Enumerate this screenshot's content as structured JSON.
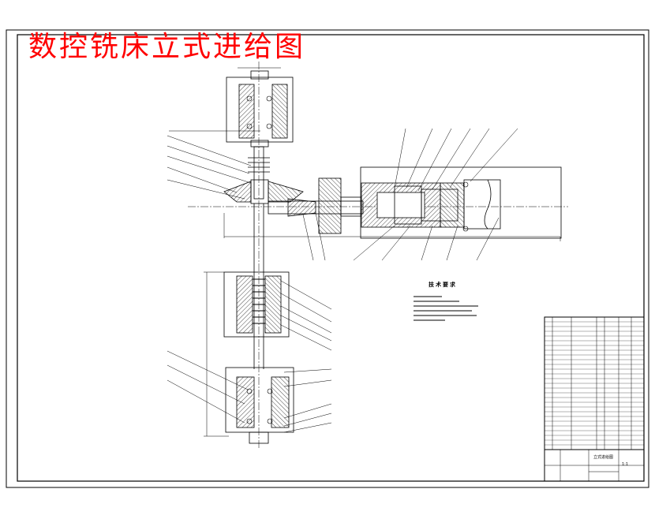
{
  "drawing": {
    "title": "数控铣床立式进给图",
    "title_color": "#ff0000",
    "line_color": "#000000",
    "background": "#ffffff"
  },
  "technical_notes": {
    "heading": "技术要求"
  },
  "title_block": {
    "drawing_name": "立式进给图",
    "scale": "1:1"
  }
}
